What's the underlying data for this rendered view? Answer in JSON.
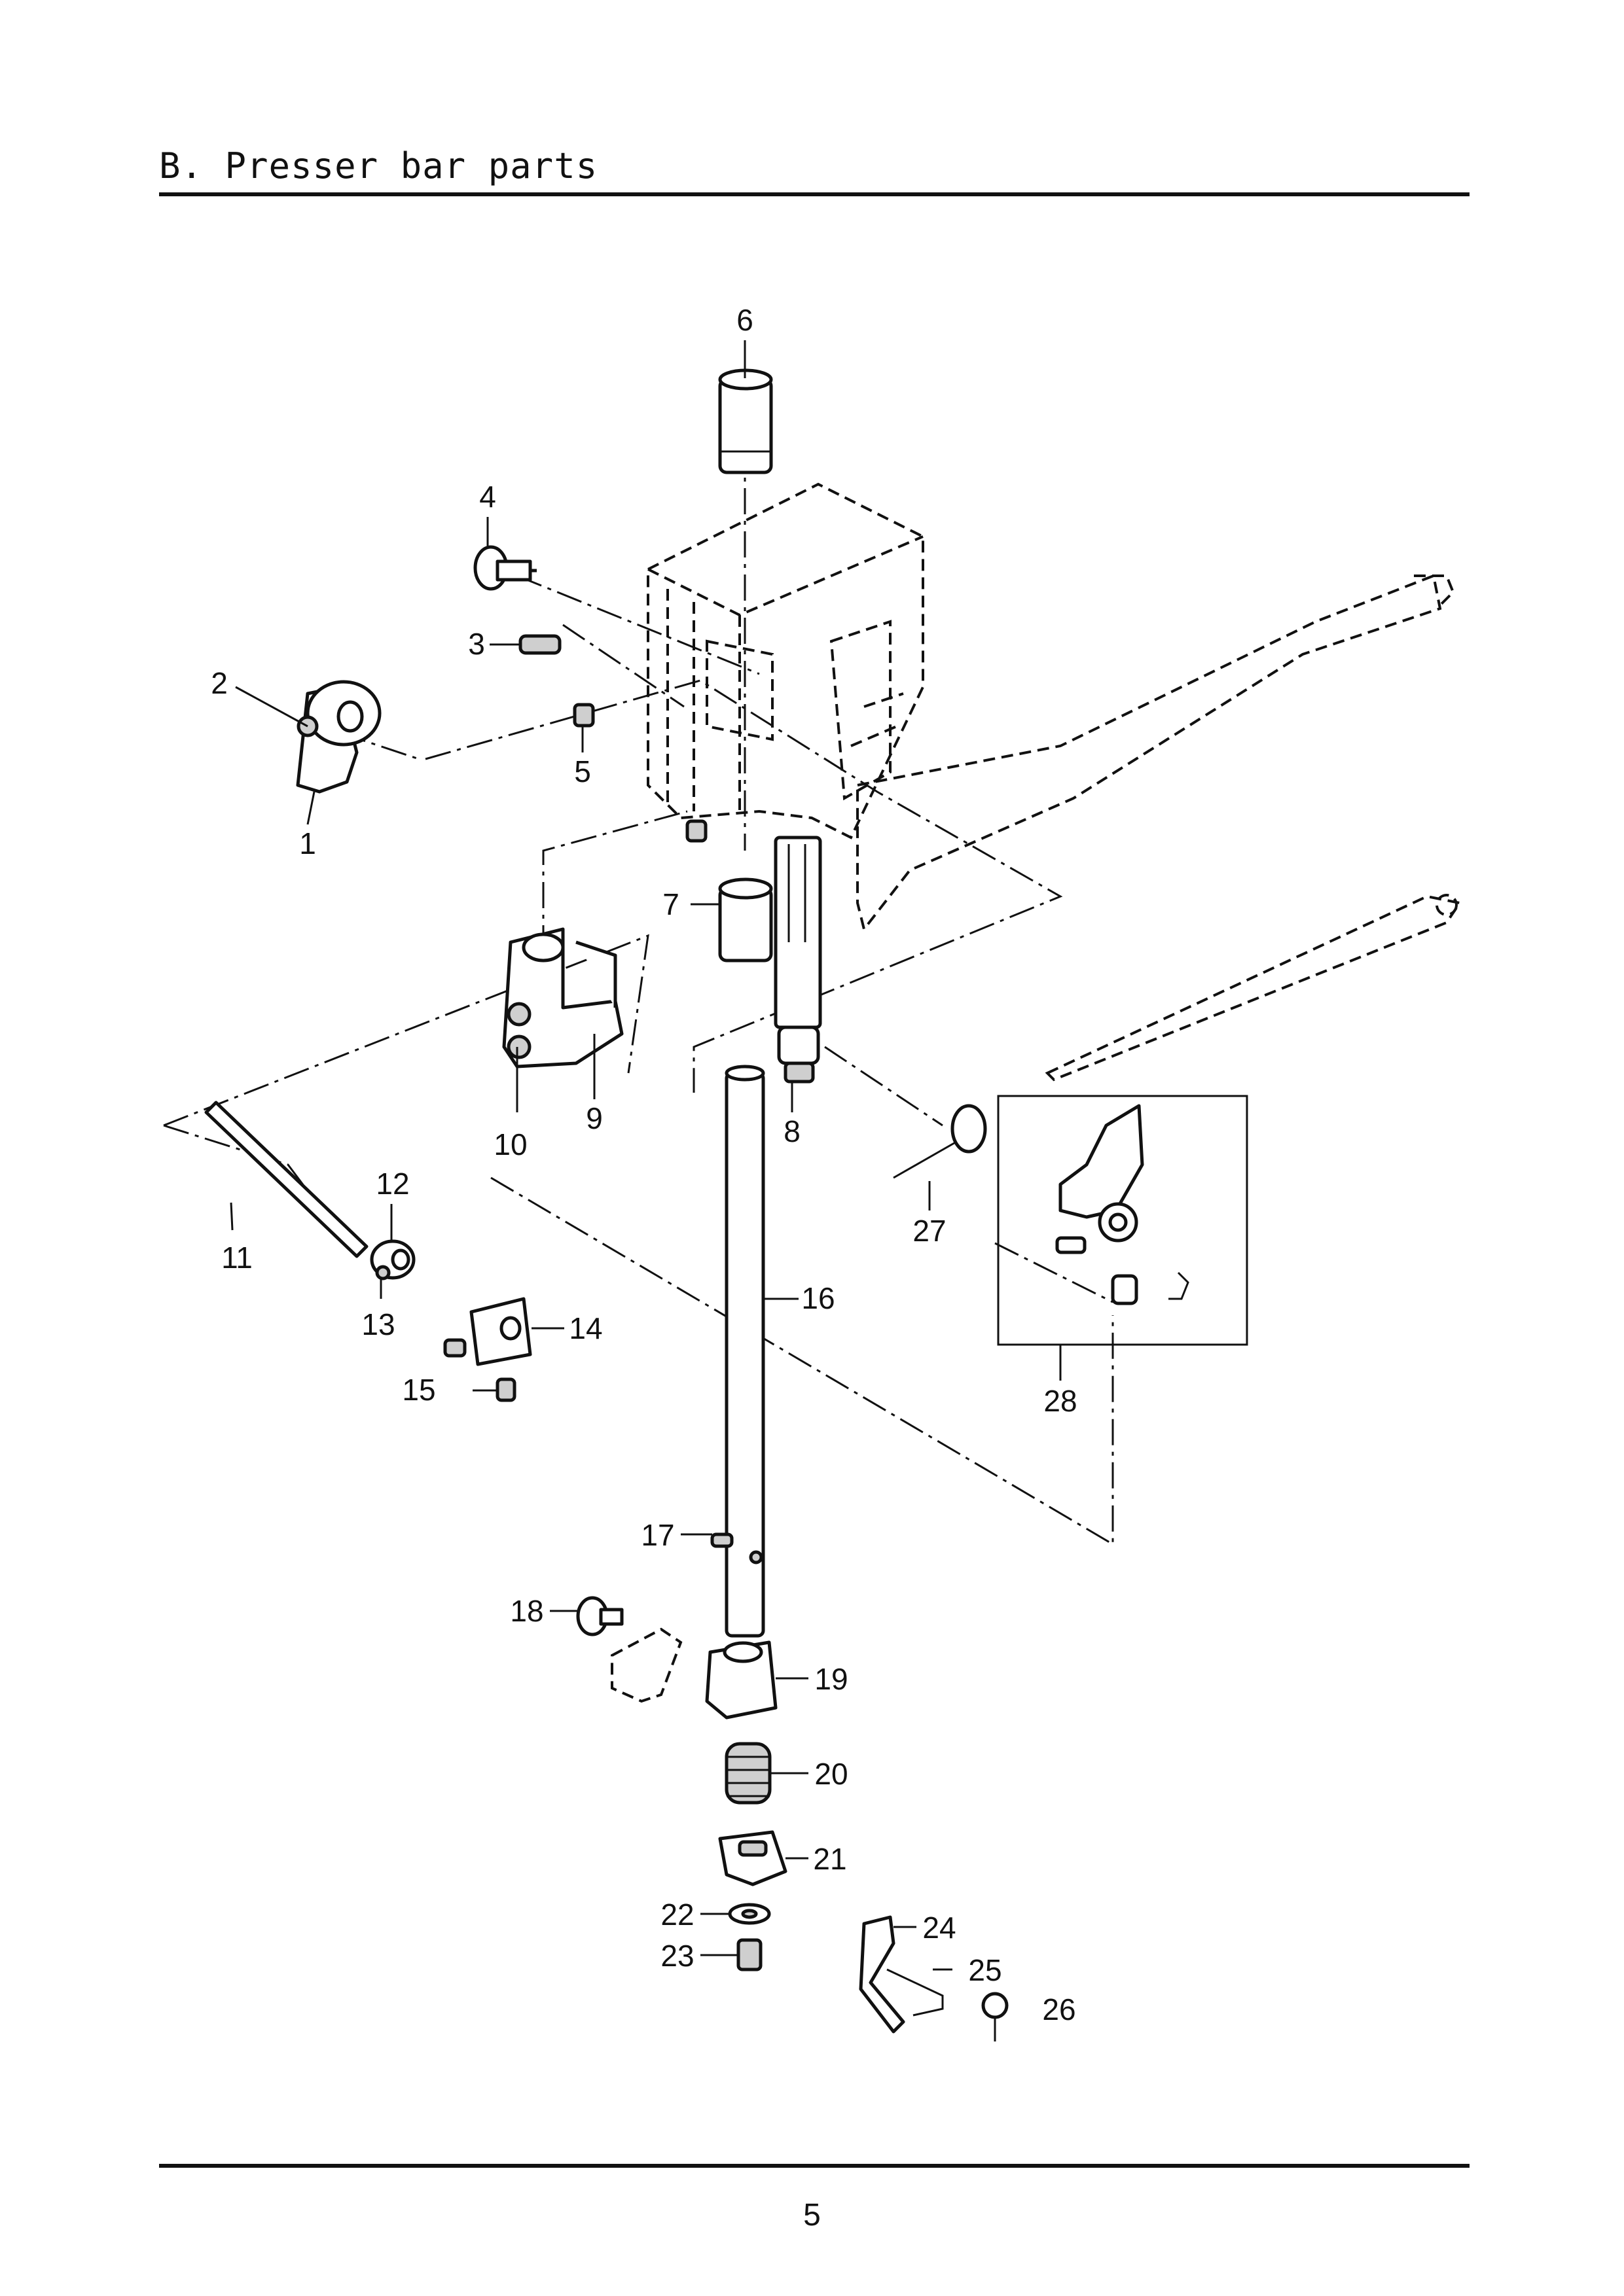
{
  "header": {
    "title": "B. Presser bar parts"
  },
  "footer": {
    "page_number": "5"
  },
  "callouts": [
    "1",
    "2",
    "3",
    "4",
    "5",
    "6",
    "7",
    "8",
    "9",
    "10",
    "11",
    "12",
    "13",
    "14",
    "15",
    "16",
    "17",
    "18",
    "19",
    "20",
    "21",
    "22",
    "23",
    "24",
    "25",
    "26",
    "27",
    "28"
  ]
}
